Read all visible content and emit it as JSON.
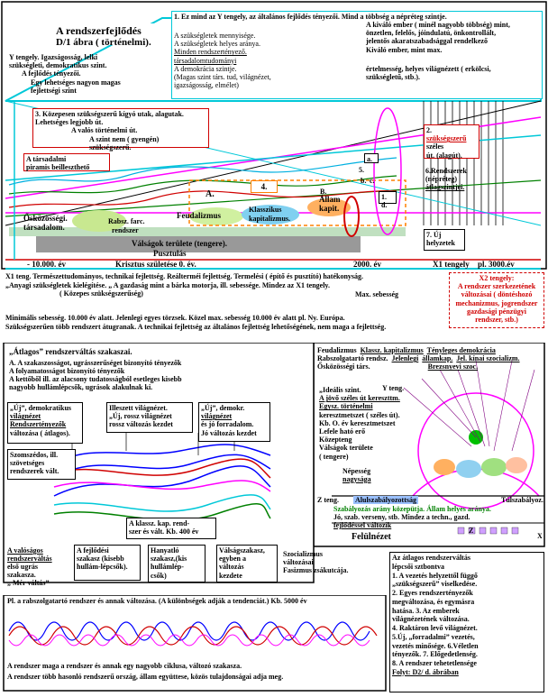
{
  "title_box": {
    "line1": "A rendszerfejlődés",
    "line2": "D/1 ábra ( történelmi)."
  },
  "top_note": {
    "text": "1. Ez mind az Y tengely, az általános fejlődés tényezői. Mind a többség a népréteg szintje.",
    "items": [
      "A szükségletek mennyisége.",
      "A szükségletek helyes aránya.",
      "Minden rendszertényező.",
      "társadalomtudományi",
      "A demokrácia szintje.",
      "(Magas szint társ. tud, világnézet,",
      "igazságosság, elmélet)"
    ],
    "right_items": [
      "A kiváló ember ( minél nagyobb többség) mint,",
      "önzetlen, felelős, jóindulatú, önkontrollált,",
      "jelentős akaratszabadsággal rendelkező",
      "Kiváló ember, mint max.",
      "értelmesség, helyes világnézett ( erkölcsi,",
      "szükségletű, stb.)."
    ]
  },
  "y_axis_box": [
    "Y tengely. Igazságosság, lelki",
    "szükségleti, demokratikus szint.",
    "A fejlődés tényezői.",
    "Egy lehetséges nagyon magas",
    "fejlettségi szint"
  ],
  "box3": [
    "3. Közepesen szükségszerű kígyó utak, alagutak.",
    "Lehetséges legjobb út.",
    "A valós történelmi út.",
    "A szint nem ( gyengén)",
    "szükségszerű."
  ],
  "social_pyramid": [
    "A társadalmi",
    "piramis beilleszthető"
  ],
  "right_box2": [
    "2.",
    "szükségszerű",
    "széles",
    "út. (alagút)."
  ],
  "right_box6": [
    "6.Rendszerek",
    "(népréteg)",
    "átlagszintjei."
  ],
  "right_box7": [
    "7. Új",
    "helyzetek"
  ],
  "small_labels": {
    "a": "a.",
    "b": "b.",
    "c": "c.",
    "five": "5.",
    "one_d": "1. d.",
    "A": "A.",
    "four": "4.",
    "B": "B.",
    "allam": "Állam",
    "kapit": "kapit."
  },
  "band_labels": {
    "oskozossegi": "Ősközösségi.",
    "tarsadalom": "társadalom.",
    "rabsz": "Rabsz. farc.",
    "rendszer": "rendszer",
    "feudalizmus": "Feudalizmus",
    "klasszikus": "Klasszikus",
    "kapitalizmus": "kapitalizmus.",
    "valsagok": "Válságok területe (tengere).",
    "pusztulas": "Pusztulás"
  },
  "timeline": {
    "start": "- 10.000. év",
    "krisztus": "Krisztus születése 0. év.",
    "y2000": "2000. év",
    "x1": "X1 tengely",
    "y3000": "pl. 3000.év",
    "x": "X"
  },
  "x1_text": [
    "X1 teng. Természettudományos, technikai fejlettség. Reálterméi fejlettség. Termelési ( építő és pusztító) hatékonyság.",
    "„Anyagi szükségletek kielégítése. „ A gazdaság mint a bárka motorja, ill. sebessége. Mindez az X1 tengely.",
    "( Közepes szükségszerűség)",
    "Max. sebesség"
  ],
  "x2_box": [
    "X2 tengely:",
    "A rendszer szerkezetének",
    "változásai ( döntéshozó",
    "mechanizmus, jogrendszer",
    "gazdasági pénzügyi",
    "rendszer, stb.)"
  ],
  "minimal_text": [
    "Minimális sebesség. 10.000 év alatt. Jelenlegi egyes törzsek. Közel max. sebesség 10.000 év alatt pl. Ny. Európa.",
    "Szükségszerűen több rendszert átugranak. A technikai fejlettség az általános fejlettség lehetőségének, nem maga a fejlettség."
  ],
  "left_panel": {
    "header": "„Átlagos” rendszerváltás szakaszai.",
    "lines": [
      "A. A szakaszosságot, ugrásszerűséget bizonyító tényezők",
      "A folyamatosságot bizonyító tényezők",
      "A kettőből ill. az alacsony tudatosságból esetleges kisebb",
      "nagyobb hullámlépcsők, ugrások alakulnak ki."
    ],
    "uj1": [
      "„Új”, demokratikus",
      "világnézet",
      "Rendszertényezők",
      "változása ( átlagos)."
    ],
    "illeszett": [
      "Illeszett világnézet.",
      "„Új, rossz világnézet",
      "rossz változás kezdet"
    ],
    "uj2": [
      "„Új”, demokr.",
      "világnézet",
      "és jó forradalom.",
      "Jó változás kezdet"
    ],
    "szomszedos": [
      "Szomszédos, ill.",
      "szövetséges",
      "rendszerek vált."
    ],
    "klassz": [
      "A klassz. kap. rend-",
      "szer és vált. Kb. 400 év"
    ],
    "valosagos": [
      "A valóságos",
      "rendszerváltás",
      "első ugrás",
      "szakasza.",
      "„ Mér váltás”"
    ],
    "feljodesi": [
      "A fejlődési",
      "szakasz (kisebb",
      "hullám-lépcsők)."
    ],
    "hanyatlo": [
      "Hanyatló",
      "szakasz,(kis",
      "hullámlép-",
      "csők)"
    ],
    "valsag": [
      "Válságszakasz,",
      "egyben a",
      "változás",
      "kezdete"
    ],
    "szoc": [
      "Szocializmus",
      "változásai",
      "Fasizmus zsákutcája."
    ]
  },
  "right_panel": {
    "top_labels": [
      "Feudalizmus",
      "Klassz. kapitalizmus",
      "Tényleges demokrácia",
      "Rabszolgatartó rendsz.",
      "Jelenlegi",
      "államkap.",
      "Jel. kínai szocializm.",
      "Ősközösségi társ.",
      "Brezsnyevi szoc."
    ],
    "list": [
      "„Ideális szint.",
      "A jövő széles út kereszttm.",
      "Egysz. történelmi",
      "keresztmetszet ( széles út).",
      "Kb. O. év keresztmetszet",
      "Lefele ható erő",
      "Közepteng",
      "Válságok területe",
      "( tengere)"
    ],
    "y_teng": "Y teng.",
    "nepesseg": [
      "Népesség",
      "nagysága"
    ],
    "z_teng": "Z teng.",
    "alulszabaly": "Alulszabályozottság",
    "tulszab": "Túlszabályoz.",
    "szab": [
      "Szabályozás arány közepütja. Állam helyes aránya.",
      "Jó, szab. verseny, stb. Mindez a techn., gazd.",
      "fejlődéssel változik"
    ],
    "z": "Z",
    "x": "X",
    "felulnezet": "Felülnézet"
  },
  "bottom_right": [
    "Az átlagos rendszerváltás",
    "lépcsői sztbontva",
    "1. A vezetés helyzettől függő",
    "„szükségszerű” viselkedése.",
    "2. Egyes rendszertényezők",
    "megváltozása, és egymásra",
    "hatása. 3. Az emberek",
    "világnézetének változása.",
    "4. Raktáron levő világnézet.",
    "5.Új, „forradalmi” vezetés,",
    "vezetés minősége. 6.Véletlen",
    "tényezők. 7. Előgedetlenség.",
    "8. A rendszer tehetetlensége",
    "Folyt: D2/ d. ábrában"
  ],
  "bottom_left": {
    "caption": "Pl. a rabszolgatartó rendszer és annak változása. (A különbségek adják a tendenciát.) Kb. 5000 év",
    "foot1": "A rendszer maga a rendszer és annak egy nagyobb ciklusa, változó szakasza.",
    "foot2": "A rendszer több hasonló rendszerű ország, állam együttese, közös tulajdonságai adja meg."
  }
}
